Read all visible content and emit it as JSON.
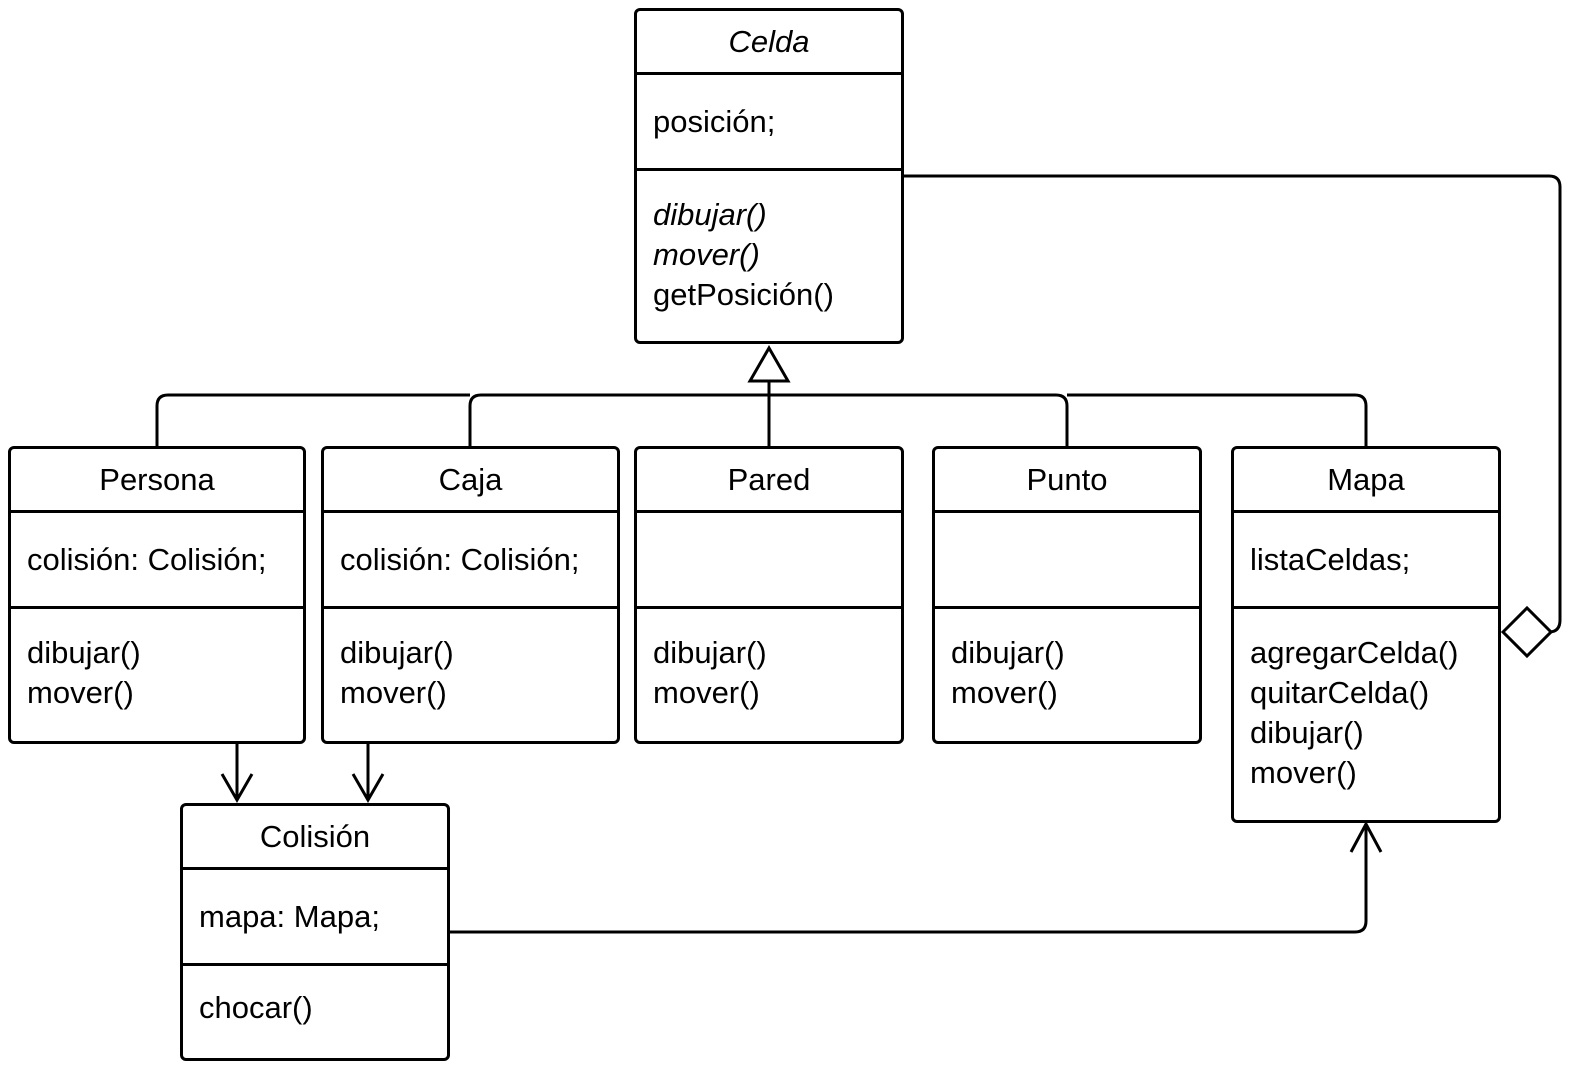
{
  "classes": {
    "celda": {
      "name": "Celda",
      "attributes": [
        "posición;"
      ],
      "operations": [
        {
          "text": "dibujar()",
          "abstract": true
        },
        {
          "text": "mover()",
          "abstract": true
        },
        {
          "text": "getPosición()",
          "abstract": false
        }
      ]
    },
    "persona": {
      "name": "Persona",
      "attributes": [
        "colisión: Colisión;"
      ],
      "operations": [
        "dibujar()",
        "mover()"
      ]
    },
    "caja": {
      "name": "Caja",
      "attributes": [
        "colisión: Colisión;"
      ],
      "operations": [
        "dibujar()",
        "mover()"
      ]
    },
    "pared": {
      "name": "Pared",
      "attributes": [],
      "operations": [
        "dibujar()",
        "mover()"
      ]
    },
    "punto": {
      "name": "Punto",
      "attributes": [],
      "operations": [
        "dibujar()",
        "mover()"
      ]
    },
    "mapa": {
      "name": "Mapa",
      "attributes": [
        "listaCeldas;"
      ],
      "operations": [
        "agregarCelda()",
        "quitarCelda()",
        "dibujar()",
        "mover()"
      ]
    },
    "colision": {
      "name": "Colisión",
      "attributes": [
        "mapa: Mapa;"
      ],
      "operations": [
        "chocar()"
      ]
    }
  },
  "relations": [
    {
      "type": "generalization",
      "from": [
        "Persona",
        "Caja",
        "Pared",
        "Punto",
        "Mapa"
      ],
      "to": "Celda"
    },
    {
      "type": "aggregation",
      "whole": "Mapa",
      "part": "Celda"
    },
    {
      "type": "association",
      "from": "Persona",
      "to": "Colisión"
    },
    {
      "type": "association",
      "from": "Caja",
      "to": "Colisión"
    },
    {
      "type": "association",
      "from": "Colisión",
      "to": "Mapa"
    }
  ],
  "colors": {
    "stroke": "#000000",
    "fill": "#ffffff"
  }
}
